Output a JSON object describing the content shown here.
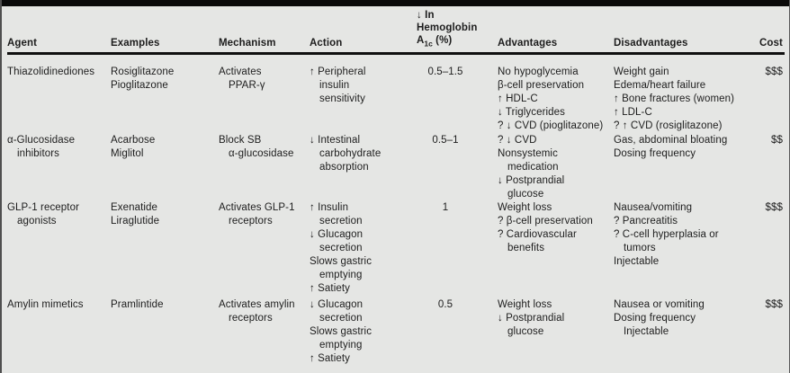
{
  "table": {
    "headers": {
      "agent": "Agent",
      "examples": "Examples",
      "mechanism": "Mechanism",
      "action": "Action",
      "hba1c_line1": "↓ In",
      "hba1c_line2": "Hemoglobin",
      "hba1c_line3_main": "A",
      "hba1c_line3_sub": "1c",
      "hba1c_line3_rest": " (%)",
      "advantages": "Advantages",
      "disadvantages": "Disadvantages",
      "cost": "Cost"
    },
    "rows": [
      {
        "agent": [
          {
            "t": "Thiazolidinediones",
            "i": 0
          }
        ],
        "examples": [
          {
            "t": "Rosiglitazone",
            "i": 0
          },
          {
            "t": "Pioglitazone",
            "i": 0
          }
        ],
        "mechanism": [
          {
            "t": "Activates",
            "i": 0
          },
          {
            "t": "PPAR-γ",
            "i": 1
          }
        ],
        "action": [
          {
            "t": "↑ Peripheral",
            "i": 0
          },
          {
            "t": "insulin",
            "i": 1
          },
          {
            "t": "sensitivity",
            "i": 1
          }
        ],
        "hba1c": "0.5–1.5",
        "advantages": [
          {
            "t": "No hypoglycemia",
            "i": 0
          },
          {
            "t": "β-cell preservation",
            "i": 0
          },
          {
            "t": "↑ HDL-C",
            "i": 0
          },
          {
            "t": "↓ Triglycerides",
            "i": 0
          },
          {
            "t": "? ↓ CVD (pioglitazone)",
            "i": 0
          }
        ],
        "disadvantages": [
          {
            "t": "Weight gain",
            "i": 0
          },
          {
            "t": "Edema/heart failure",
            "i": 0
          },
          {
            "t": "↑ Bone fractures (women)",
            "i": 0
          },
          {
            "t": "↑ LDL-C",
            "i": 0
          },
          {
            "t": "? ↑ CVD (rosiglitazone)",
            "i": 0
          }
        ],
        "cost": "$$$"
      },
      {
        "agent": [
          {
            "t": "α-Glucosidase",
            "i": 0
          },
          {
            "t": "inhibitors",
            "i": 1
          }
        ],
        "examples": [
          {
            "t": "Acarbose",
            "i": 0
          },
          {
            "t": "Miglitol",
            "i": 0
          }
        ],
        "mechanism": [
          {
            "t": "Block SB",
            "i": 0
          },
          {
            "t": "α-glucosidase",
            "i": 1
          }
        ],
        "action": [
          {
            "t": "↓ Intestinal",
            "i": 0
          },
          {
            "t": "carbohydrate",
            "i": 1
          },
          {
            "t": "absorption",
            "i": 1
          }
        ],
        "hba1c": "0.5–1",
        "advantages": [
          {
            "t": "? ↓ CVD",
            "i": 0
          },
          {
            "t": "Nonsystemic",
            "i": 0
          },
          {
            "t": "medication",
            "i": 1
          },
          {
            "t": "↓ Postprandial",
            "i": 0
          },
          {
            "t": "glucose",
            "i": 1
          }
        ],
        "disadvantages": [
          {
            "t": "Gas, abdominal bloating",
            "i": 0
          },
          {
            "t": "Dosing frequency",
            "i": 0
          }
        ],
        "cost": "$$"
      },
      {
        "agent": [
          {
            "t": "GLP-1 receptor",
            "i": 0
          },
          {
            "t": "agonists",
            "i": 1
          }
        ],
        "examples": [
          {
            "t": "Exenatide",
            "i": 0
          },
          {
            "t": "Liraglutide",
            "i": 0
          }
        ],
        "mechanism": [
          {
            "t": "Activates GLP-1",
            "i": 0
          },
          {
            "t": "receptors",
            "i": 1
          }
        ],
        "action": [
          {
            "t": "↑ Insulin",
            "i": 0
          },
          {
            "t": "secretion",
            "i": 1
          },
          {
            "t": "↓ Glucagon",
            "i": 0
          },
          {
            "t": "secretion",
            "i": 1
          },
          {
            "t": "Slows gastric",
            "i": 0
          },
          {
            "t": "emptying",
            "i": 1
          },
          {
            "t": "↑ Satiety",
            "i": 0
          }
        ],
        "hba1c": "1",
        "advantages": [
          {
            "t": "Weight loss",
            "i": 0
          },
          {
            "t": "? β-cell preservation",
            "i": 0
          },
          {
            "t": "? Cardiovascular",
            "i": 0
          },
          {
            "t": "benefits",
            "i": 1
          }
        ],
        "disadvantages": [
          {
            "t": "Nausea/vomiting",
            "i": 0
          },
          {
            "t": "? Pancreatitis",
            "i": 0
          },
          {
            "t": "? C-cell hyperplasia or",
            "i": 0
          },
          {
            "t": "tumors",
            "i": 1
          },
          {
            "t": "Injectable",
            "i": 0
          }
        ],
        "cost": "$$$"
      },
      {
        "agent": [
          {
            "t": "Amylin mimetics",
            "i": 0
          }
        ],
        "examples": [
          {
            "t": "Pramlintide",
            "i": 0
          }
        ],
        "mechanism": [
          {
            "t": "Activates amylin",
            "i": 0
          },
          {
            "t": "receptors",
            "i": 1
          }
        ],
        "action": [
          {
            "t": "↓ Glucagon",
            "i": 0
          },
          {
            "t": "secretion",
            "i": 1
          },
          {
            "t": "Slows gastric",
            "i": 0
          },
          {
            "t": "emptying",
            "i": 1
          },
          {
            "t": "↑ Satiety",
            "i": 0
          }
        ],
        "hba1c": "0.5",
        "advantages": [
          {
            "t": "Weight loss",
            "i": 0
          },
          {
            "t": "↓ Postprandial",
            "i": 0
          },
          {
            "t": "glucose",
            "i": 1
          }
        ],
        "disadvantages": [
          {
            "t": "Nausea or vomiting",
            "i": 0
          },
          {
            "t": "Dosing frequency",
            "i": 0
          },
          {
            "t": "Injectable",
            "i": 1
          }
        ],
        "cost": "$$$"
      }
    ]
  },
  "colors": {
    "background": "#e5e6e4",
    "text": "#1d1d1d",
    "rule": "#0a0a0a"
  }
}
